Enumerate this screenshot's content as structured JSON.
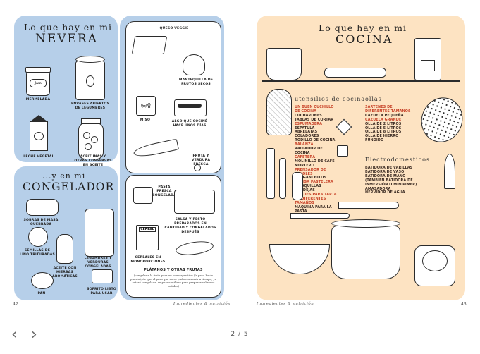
{
  "left_page": {
    "fridge": {
      "title_line1": "Lo que hay en mi",
      "title_line2": "NEVERA",
      "items": [
        "MERMELADA",
        "ENVASES ABIERTOS DE LEGUMBRES",
        "LECHE VEGETAL",
        "ACEITUNAS Y OTRAS CONSERVAS EN ACEITE"
      ],
      "jar_label": "Jam"
    },
    "fridge_right": {
      "items": [
        "QUESO VEGGIE",
        "MANTEQUILLA DE FRUTOS SECOS",
        "MISO",
        "ALGO QUE COCINÉ HACE UNOS DÍAS",
        "FRUTA Y VERDURA FRESCA"
      ],
      "miso_glyph": "味噌"
    },
    "freezer": {
      "title_line1": "...y en mi",
      "title_line2": "CONGELADOR",
      "items": [
        "SOBRAS DE MASA QUEBRADA",
        "SEMILLAS DE LINO TRITURADAS",
        "ACEITE CON HIERBAS AROMÁTICAS",
        "LEGUMBRES Y VERDURAS CONGELADAS",
        "PAN",
        "SOFRITO LISTO PARA USAR"
      ]
    },
    "pantry": {
      "items": [
        "PASTA FRESCA CONGELADA",
        "SALSA Y PESTO PREPARADOS EN CANTIDAD Y CONGELADOS DESPUÉS",
        "CEREALES EN MONOPORCIONES"
      ],
      "cereal_label": "CEREAL",
      "note_title": "PLÁTANOS Y OTRAS FRUTAS",
      "note_text": "(congelada la fruta para un buen aperitivo (la pasa hacia puesto), de que el pasa que no se pudo consumir a tiempo; ya estará congelada, se puede utilizar para preparar sabrosos batidos)"
    },
    "page_number": "42",
    "footer": "Ingredientes & nutrición"
  },
  "right_page": {
    "title_line1": "Lo que hay en mi",
    "title_line2": "COCINA",
    "utensils_heading": "utensilios de cocina",
    "utensils": [
      {
        "text": "UN BUEN CUCHILLO DE COCINA",
        "accent": true
      },
      {
        "text": "CUCHARONES",
        "accent": false
      },
      {
        "text": "TABLAS DE CORTAR",
        "accent": false
      },
      {
        "text": "ESPUMADERA",
        "accent": true
      },
      {
        "text": "ESPÁTULA",
        "accent": false
      },
      {
        "text": "ABRELATAS",
        "accent": false
      },
      {
        "text": "COLADORES",
        "accent": false
      },
      {
        "text": "RODILLO DE COCINA",
        "accent": false
      },
      {
        "text": "BALANZA",
        "accent": true
      },
      {
        "text": "RALLADOR DE COCINA",
        "accent": false
      },
      {
        "text": "CAFETERA",
        "accent": true
      },
      {
        "text": "MOLINILLO DE CAFÉ",
        "accent": false
      },
      {
        "text": "MORTERO",
        "accent": false
      },
      {
        "text": "PRENSADOR DE FRIJOLES",
        "accent": true
      },
      {
        "text": "CANGANCHITOS",
        "accent": false
      },
      {
        "text": "MANGA PASTELERA",
        "accent": true
      },
      {
        "text": "Y BOQUILLAS",
        "accent": false
      },
      {
        "text": "BANDEJAS",
        "accent": false
      },
      {
        "text": "MOLDES PARA TARTA DE DIFERENTES TAMAÑOS",
        "accent": true
      },
      {
        "text": "MÁQUINA PARA LA PASTA",
        "accent": false
      }
    ],
    "pots_heading": "ollas",
    "pots": [
      {
        "text": "SARTENES DE DIFERENTES TAMAÑOS",
        "accent": true
      },
      {
        "text": "CAZUELA PEQUEÑA",
        "accent": false
      },
      {
        "text": "CAZUELA GRANDE",
        "accent": true
      },
      {
        "text": "OLLA DE 2 LITROS",
        "accent": false
      },
      {
        "text": "OLLA DE 5 LITROS",
        "accent": false
      },
      {
        "text": "OLLA DE 8 LITROS",
        "accent": false
      },
      {
        "text": "OLLA DE HIERRO FUNDIDO",
        "accent": false
      }
    ],
    "appliances_heading": "Electrodomésticos",
    "appliances": [
      {
        "text": "BATIDORA DE VARILLAS",
        "accent": false
      },
      {
        "text": "BATIDORA DE VASO",
        "accent": false
      },
      {
        "text": "BATIDORA DE MANO (TAMBIÉN BATIDORA DE INMERSIÓN O MINIPIMER)",
        "accent": false
      },
      {
        "text": "AMASADORA",
        "accent": false
      },
      {
        "text": "HERVIDOR DE AGUA",
        "accent": false
      }
    ],
    "page_number": "43",
    "footer": "Ingredientes & nutrición"
  },
  "viewer": {
    "pager": "2 / 5",
    "prev_icon": "chevron-left-icon",
    "next_icon": "chevron-right-icon"
  }
}
